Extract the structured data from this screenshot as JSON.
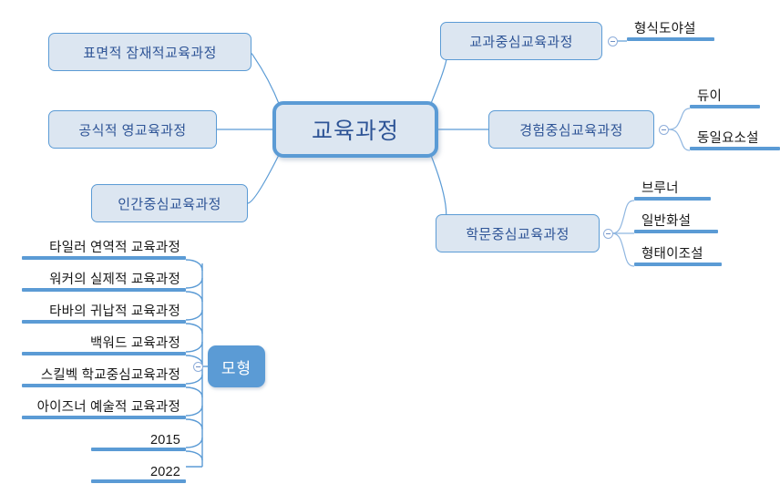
{
  "diagram": {
    "title": "교육과정",
    "colors": {
      "accent": "#5B9BD5",
      "node_fill": "#DCE6F1",
      "node_text": "#2E5496",
      "filled_node_text": "#FFFFFF",
      "leaf_text": "#181818"
    }
  },
  "center": {
    "label": "교육과정"
  },
  "left_branches": [
    {
      "label": "표면적 잠재적교육과정"
    },
    {
      "label": "공식적 영교육과정"
    },
    {
      "label": "인간중심교육과정"
    }
  ],
  "right_branches": [
    {
      "label": "교과중심교육과정",
      "children": [
        {
          "label": "형식도야설"
        }
      ]
    },
    {
      "label": "경험중심교육과정",
      "children": [
        {
          "label": "듀이"
        },
        {
          "label": "동일요소설"
        }
      ]
    },
    {
      "label": "학문중심교육과정",
      "children": [
        {
          "label": "브루너"
        },
        {
          "label": "일반화설"
        },
        {
          "label": "형태이조설"
        }
      ]
    }
  ],
  "model_group": {
    "label": "모형",
    "items": [
      {
        "label": "타일러 연역적 교육과정"
      },
      {
        "label": "워커의 실제적 교육과정"
      },
      {
        "label": "타바의 귀납적 교육과정"
      },
      {
        "label": "백워드 교육과정"
      },
      {
        "label": "스킬벡 학교중심교육과정"
      },
      {
        "label": "아이즈너 예술적 교육과정"
      },
      {
        "label": "2015"
      },
      {
        "label": "2022"
      }
    ]
  },
  "icons": {
    "collapse": "collapse-toggle-icon"
  }
}
